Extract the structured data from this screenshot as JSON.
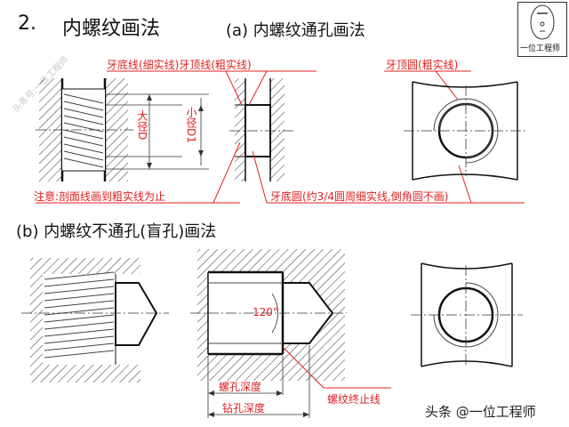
{
  "title": {
    "number": "2.",
    "text": "内螺纹画法"
  },
  "section_a": {
    "label": "(a) 内螺纹通孔画法"
  },
  "section_b": {
    "label": "(b) 内螺纹不通孔(盲孔)画法"
  },
  "annotations": {
    "root_crest_lines": "牙底线(细实线)牙顶线(粗实线)",
    "crest_circle": "牙顶圆(粗实线)",
    "major_diameter": "大径D",
    "minor_diameter": "小径D1",
    "note": "注意:剖面线画到粗实线为止",
    "root_circle": "牙底圆(约3/4圆周细实线,倒角圆不画)",
    "angle": "120°",
    "thread_depth": "螺孔深度",
    "drill_depth": "钻孔深度",
    "thread_end_line": "螺纹终止线"
  },
  "logo": {
    "text": "一位工程师"
  },
  "watermarks": {
    "side": "头条号:一位工程师",
    "bottom": "头条 @一位工程师"
  },
  "colors": {
    "annotation": "#e02020",
    "line": "#111111",
    "hatch": "#333333"
  }
}
